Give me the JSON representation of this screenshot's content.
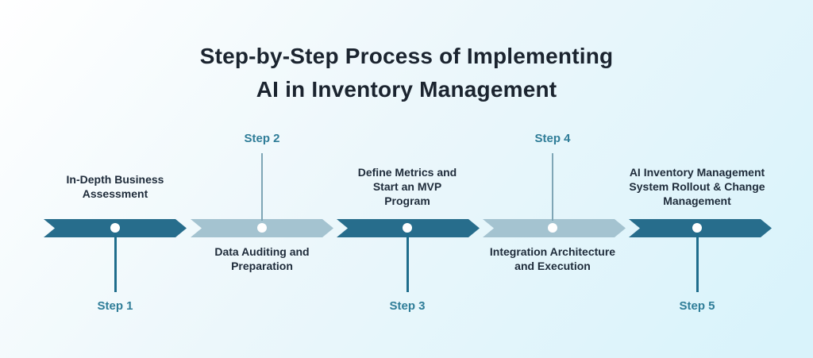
{
  "title": "Step-by-Step Process of Implementing\nAI in Inventory Management",
  "steps": [
    {
      "label": "Step 1",
      "title": "In-Depth Business\nAssessment"
    },
    {
      "label": "Step 2",
      "title": "Data Auditing and\nPreparation"
    },
    {
      "label": "Step 3",
      "title": "Define Metrics and\nStart an MVP\nProgram"
    },
    {
      "label": "Step 4",
      "title": "Integration Architecture\nand Execution"
    },
    {
      "label": "Step 5",
      "title": "AI Inventory Management\nSystem Rollout & Change\nManagement"
    }
  ],
  "colors": {
    "bg-start": "#ffffff",
    "bg-end": "#d9f3fb",
    "segment-dark": "#276d8c",
    "segment-light": "#a4c3d0",
    "connector-dark": "#1f6d8c",
    "connector-light": "#7fa6b6",
    "step-label": "#2f7d98",
    "title-text": "#1b242f",
    "step-title-text": "#1e2b3a",
    "dot": "#ffffff"
  }
}
